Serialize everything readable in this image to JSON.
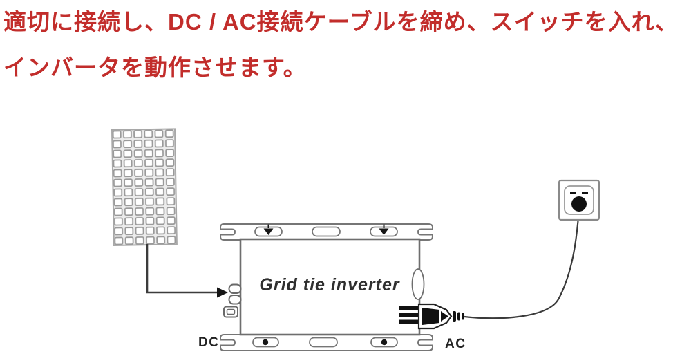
{
  "page": {
    "background": "#ffffff"
  },
  "instructions": {
    "line1": "適切に接続し、DC / AC接続ケーブルを締め、スイッチを入れ、",
    "line2": "インバータを動作させます。",
    "text_color": "#c22d2b"
  },
  "diagram": {
    "inverter_label": "Grid tie inverter",
    "dc_label": "DC",
    "ac_label": "AC",
    "line_color": "#6e6e6e",
    "dark_color": "#161616",
    "components": [
      "solar-panel",
      "dc-cable-with-arrow",
      "grid-tie-inverter",
      "mounting-flanges",
      "ac-plug",
      "power-cable",
      "wall-outlet"
    ]
  }
}
